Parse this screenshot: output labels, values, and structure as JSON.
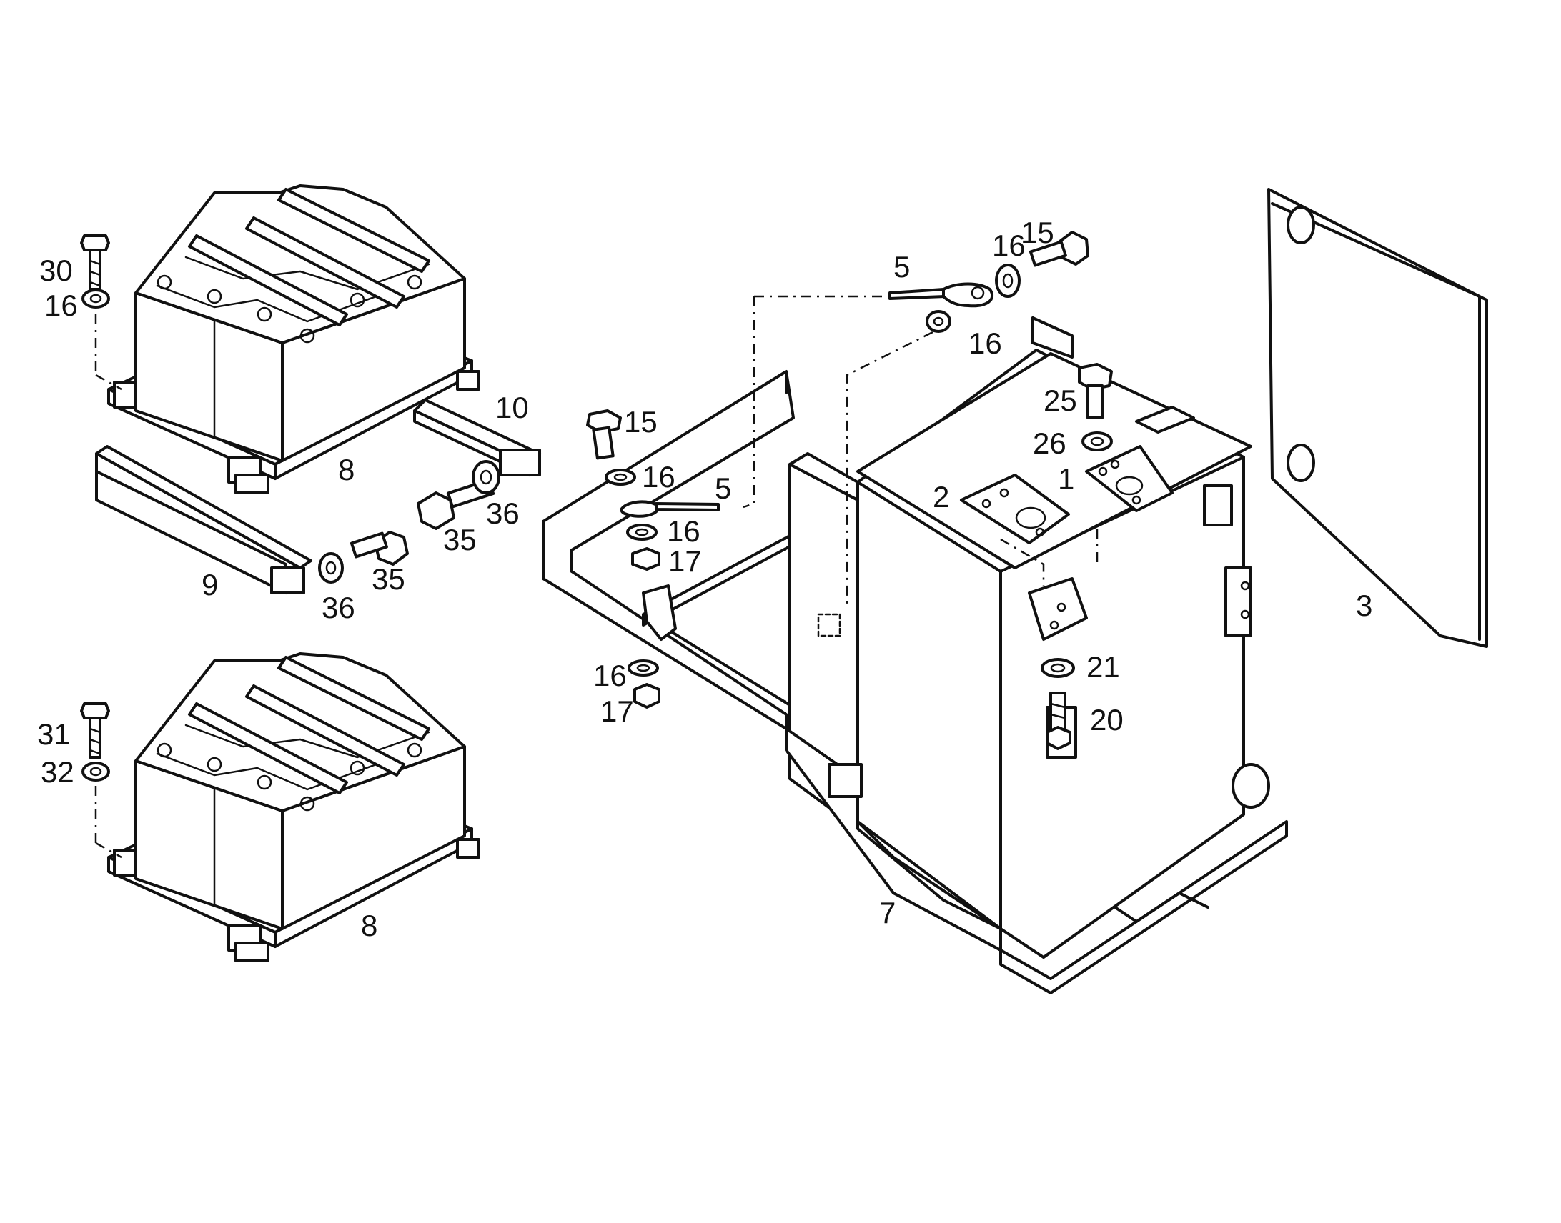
{
  "callouts": {
    "c30": "30",
    "c16_top_left": "16",
    "c10": "10",
    "c8_top": "8",
    "c36_right": "36",
    "c35_right": "35",
    "c9": "9",
    "c35_left": "35",
    "c36_left": "36",
    "c31": "31",
    "c32": "32",
    "c8_bottom": "8",
    "c5_top": "5",
    "c16_top": "16",
    "c15_top": "15",
    "c16_below_cable": "16",
    "c15_left": "15",
    "c16_left_a": "16",
    "c5_left": "5",
    "c16_left_b": "16",
    "c17_upper": "17",
    "c16_lower": "16",
    "c17_lower": "17",
    "c25": "25",
    "c26": "26",
    "c1": "1",
    "c2": "2",
    "c3": "3",
    "c21": "21",
    "c20": "20",
    "c7": "7"
  }
}
